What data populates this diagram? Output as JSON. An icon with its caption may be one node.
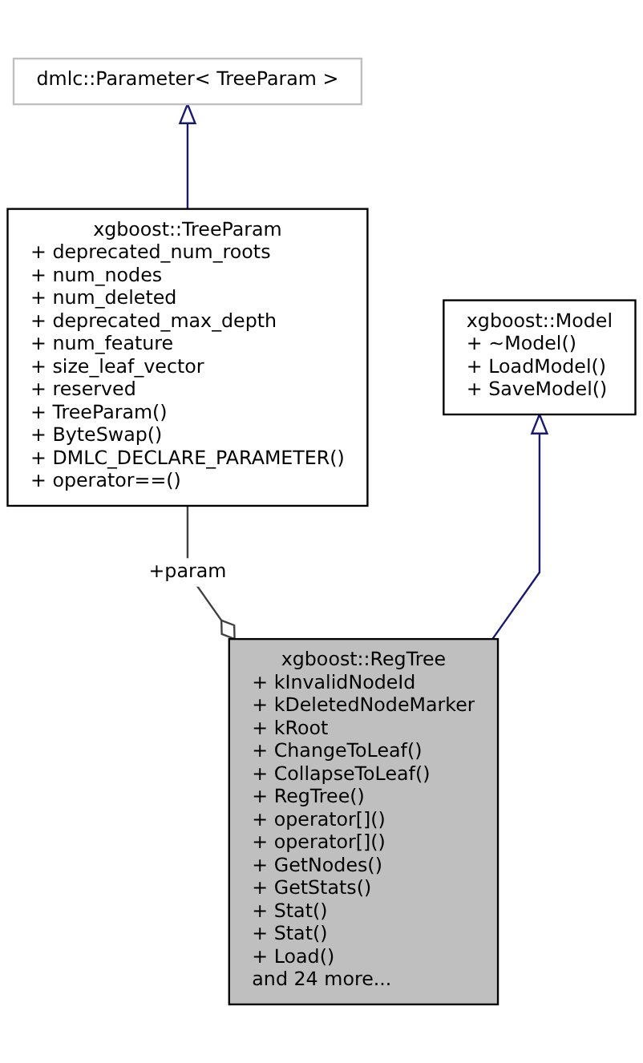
{
  "diagram": {
    "nodes": [
      {
        "text": [
          "dmlc::Parameter< TreeParam >"
        ]
      },
      {
        "text": [
          "xgboost::TreeParam",
          "+ deprecated_num_roots",
          "+ num_nodes",
          "+ num_deleted",
          "+ deprecated_max_depth",
          "+ num_feature",
          "+ size_leaf_vector",
          "+ reserved",
          "+ TreeParam()",
          "+ ByteSwap()",
          "+ DMLC_DECLARE_PARAMETER()",
          "+ operator==()"
        ]
      },
      {
        "text": [
          "xgboost::Model",
          "+ ~Model()",
          "+ LoadModel()",
          "+ SaveModel()"
        ]
      },
      {
        "text": [
          "xgboost::RegTree",
          "+ kInvalidNodeId",
          "+ kDeletedNodeMarker",
          "+ kRoot",
          "+ ChangeToLeaf()",
          "+ CollapseToLeaf()",
          "+ RegTree()",
          "+ operator[]()",
          "+ operator[]()",
          "+ GetNodes()",
          "+ GetStats()",
          "+ Stat()",
          "+ Stat()",
          "+ Load()",
          "and 24 more..."
        ]
      }
    ],
    "edges": [
      {
        "from": 1,
        "to": 0,
        "arrow": "to"
      },
      {
        "from": 3,
        "to": 2,
        "arrow": "to"
      },
      {
        "from": 3,
        "to": 1,
        "arrow": "other",
        "label": "+param",
        "color": "#404040"
      }
    ]
  }
}
